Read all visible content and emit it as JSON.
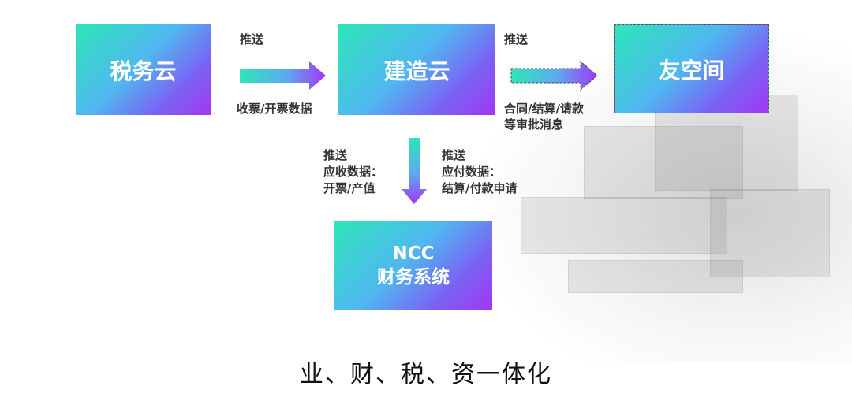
{
  "boxes": {
    "tax_cloud": "税务云",
    "build_cloud": "建造云",
    "friend_space": "友空间",
    "ncc_line1": "NCC",
    "ncc_line2": "财务系统"
  },
  "arrows": {
    "tax_to_build": {
      "top": "推送",
      "bottom": "收票/开票数据"
    },
    "build_to_friend": {
      "top": "推送",
      "bottom_line1": "合同/结算/请款",
      "bottom_line2": "等审批消息"
    },
    "build_to_ncc": {
      "left_line1": "推送",
      "left_line2": "应收数据：",
      "left_line3": "开票/产值",
      "right_line1": "推送",
      "right_line2": "应付数据：",
      "right_line3": "结算/付款申请"
    }
  },
  "caption": "业、财、税、资一体化",
  "colors": {
    "gradient_start": "#2de6b8",
    "gradient_end": "#a336f5"
  }
}
